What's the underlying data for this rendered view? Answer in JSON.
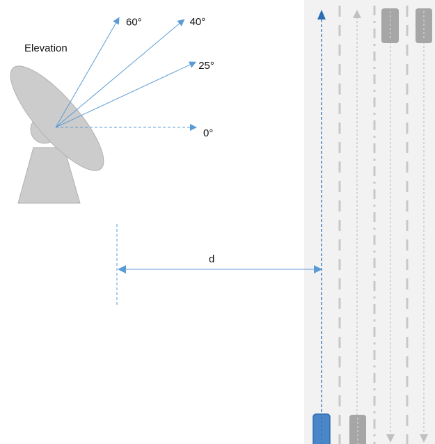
{
  "labels": {
    "elevation": "Elevation",
    "distance": "d"
  },
  "angles": [
    {
      "label": "60°",
      "deg": 60
    },
    {
      "label": "40°",
      "deg": 40
    },
    {
      "label": "25°",
      "deg": 25
    },
    {
      "label": "0°",
      "deg": 0
    }
  ],
  "colors": {
    "beam": "#5b9bd5",
    "dish": "#cccccc",
    "dish_stroke": "#b0b0b0",
    "road": "#f2f2f2",
    "lane_marking": "#c8c8c8",
    "vehicle_gray": "#a6a6a6",
    "vehicle_blue": "#4a86c8",
    "ego_lane_arrow": "#2e6db5"
  },
  "icons": [
    "radar-dish-icon",
    "vehicle-icon",
    "arrow-up-icon",
    "arrow-down-icon"
  ]
}
